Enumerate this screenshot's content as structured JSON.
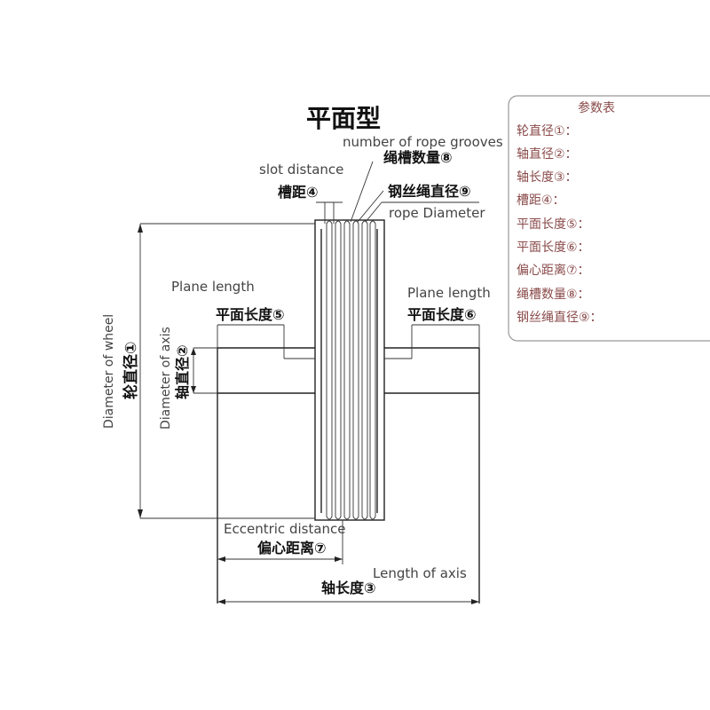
{
  "title": "平面型",
  "labels": {
    "rope_grooves_en": "number of rope grooves",
    "slot_distance_en": "slot distance",
    "rope_grooves_cn": "绳槽数量⑧",
    "slot_distance_cn": "槽距④",
    "rope_diameter_cn": "钢丝绳直径⑨",
    "rope_diameter_en": "rope Diameter",
    "plane_length_left_en": "Plane length",
    "plane_length_left_cn": "平面长度⑤",
    "plane_length_right_en": "Plane length",
    "plane_length_right_cn": "平面长度⑥",
    "wheel_diameter_en": "Diameter of  wheel",
    "wheel_diameter_cn": "轮直径①",
    "axis_diameter_en": "Diameter of axis",
    "axis_diameter_cn": "轴直径②",
    "eccentric_en": "Eccentric distance",
    "eccentric_cn": "偏心距离⑦",
    "axis_length_en": "Length of axis",
    "axis_length_cn": "轴长度③"
  },
  "param_table": {
    "title": "参数表",
    "rows": [
      "轮直径①：",
      "轴直径②：",
      "轴长度③：",
      "槽距④：",
      "平面长度⑤：",
      "平面长度⑥：",
      "偏心距离⑦：",
      "绳槽数量⑧：",
      "钢丝绳直径⑨："
    ]
  }
}
